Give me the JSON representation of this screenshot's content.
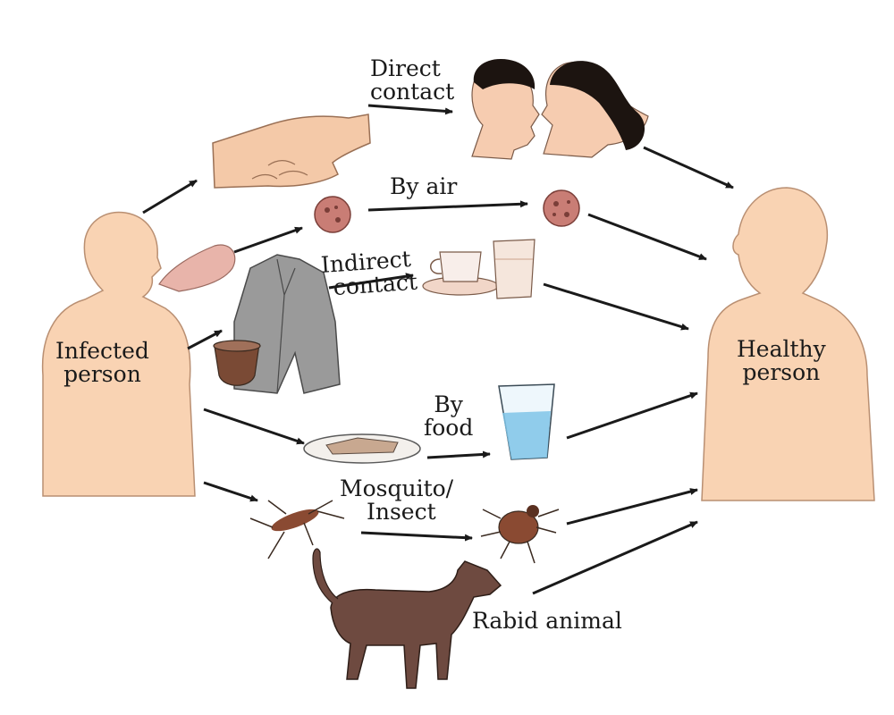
{
  "diagram": {
    "source": {
      "line1": "Infected",
      "line2": "person"
    },
    "target": {
      "line1": "Healthy",
      "line2": "person"
    },
    "routes": {
      "direct": {
        "line1": "Direct",
        "line2": "contact"
      },
      "air": {
        "label": "By air"
      },
      "indirect": {
        "line1": "Indirect",
        "line2": "contact"
      },
      "food": {
        "line1": "By",
        "line2": "food"
      },
      "insect": {
        "line1": "Mosquito/",
        "line2": "Insect"
      },
      "animal": {
        "label": "Rabid animal"
      }
    }
  },
  "colors": {
    "skin": "#f9d3b3",
    "skin_outline": "#b98f72",
    "arrow": "#1a1a1a",
    "microbe": "#c97d75",
    "coat": "#9a9a9a",
    "water": "#7fc4e8",
    "insect": "#8a4a32",
    "dog": "#6e4a40"
  }
}
